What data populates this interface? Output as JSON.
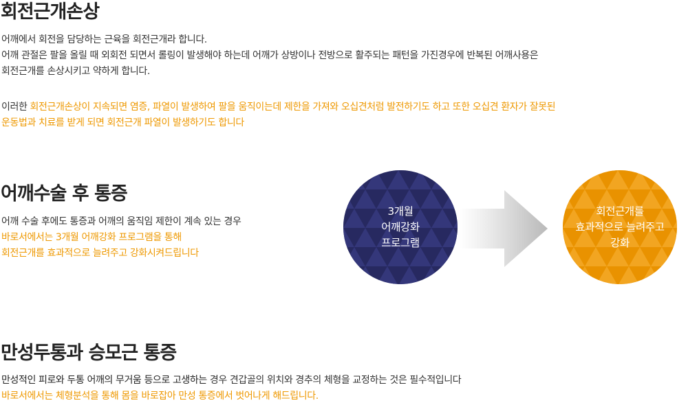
{
  "section1": {
    "title": "회전근개손상",
    "para1": [
      "어깨에서 회전을 담당하는 근육을 회전근개라 합니다.",
      "어깨 관절은 팔을 올릴 때 외회전 되면서 롤링이 발생해야 하는데 어깨가 상방이나 전방으로 활주되는 패턴을 가진경우에 반복된 어깨사용은",
      "회전근개를 손상시키고 약하게 합니다."
    ],
    "para2": {
      "lead": "이러한 ",
      "line1_highlight": "회전근개손상이 지속되면 염증,  파열이 발생하여 팔을 움직이는데 제한을 가져와 오십견처럼 발전하기도 하고 또한 오십견 환자가 잘못된",
      "line2_highlight": "운동법과 치료를 받게 되면 회전근개 파열이 발생하기도 합니다"
    }
  },
  "section2": {
    "title": "어깨수술 후 통증",
    "lines": [
      "어깨 수술 후에도 통증과 어깨의 움직임 제한이 계속 있는 경우",
      "바로서에서는 3개월 어깨강화 프로그램을 통해",
      "회전근개를 효과적으로 늘려주고 강화시켜드립니다"
    ],
    "left_circle": [
      "3개월",
      "어깨강화",
      "프로그램"
    ],
    "right_circle": [
      "회전근개를",
      "효과적으로 늘려주고",
      "강화"
    ],
    "colors": {
      "left_circle": "#2d2f6b",
      "right_circle": "#ee9800",
      "highlight": "#ee9800"
    }
  },
  "section3": {
    "title": "만성두통과 승모근 통증",
    "line1_bold": "만성적인 피로와 두통 어깨의 무거움 등으로 고생하는",
    "line1_rest": " 경우 견갑골의 위치와 경추의 체형을 교정하는 것은 필수적입니다",
    "line2": "바로서에서는 체형분석을 통해 몸을 바로잡아 만성 통증에서 벗어나게 해드립니다."
  }
}
